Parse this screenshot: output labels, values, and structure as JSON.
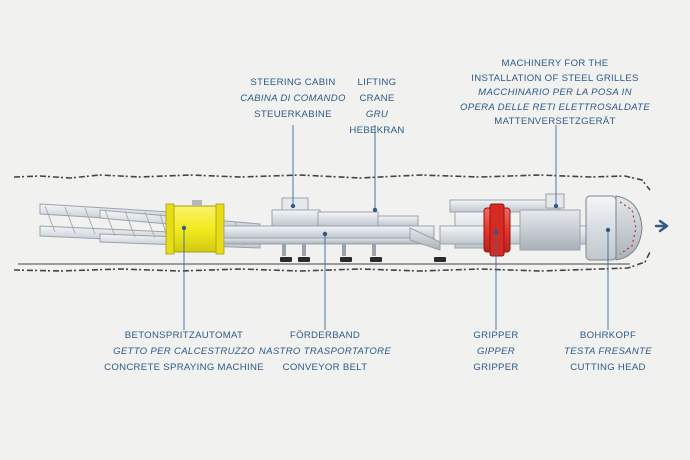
{
  "labels": {
    "steering_cabin": {
      "en": "STEERING CABIN",
      "it": "CABINA DI COMANDO",
      "de": "STEUERKABINE"
    },
    "lifting_crane": {
      "en": "LIFTING CRANE",
      "it": "GRU",
      "de": "HEBEKRAN"
    },
    "machinery_grilles": {
      "en_line1": "MACHINERY FOR THE",
      "en_line2": "INSTALLATION OF STEEL GRILLES",
      "it_line1": "MACCHINARIO PER LA POSA IN",
      "it_line2": "OPERA DELLE RETI ELETTROSALDATE",
      "de": "MATTENVERSETZGERÄT"
    },
    "concrete_spraying": {
      "de": "BETONSPRITZAUTOMAT",
      "it": "GETTO PER CALCESTRUZZO",
      "en": "CONCRETE SPRAYING MACHINE"
    },
    "conveyor_belt": {
      "de": "FÖRDERBAND",
      "it": "NASTRO TRASPORTATORE",
      "en": "CONVEYOR BELT"
    },
    "gripper": {
      "de": "GRIPPER",
      "it": "GIPPER",
      "en": "GRIPPER"
    },
    "cutting_head": {
      "de": "BOHRKOPF",
      "it": "TESTA FRESANTE",
      "en": "CUTTING HEAD"
    }
  },
  "colors": {
    "background": "#f1f1f0",
    "label_text": "#2d5a86",
    "leader_line": "#3a6a98",
    "concrete_sprayer": "#f2ea1f",
    "gripper": "#e8342c",
    "machine_body": "#e2e6ea",
    "rock_outline": "#555555",
    "direction_arrow": "#2d5a86"
  },
  "icons": {
    "direction": "right-arrow-icon"
  }
}
